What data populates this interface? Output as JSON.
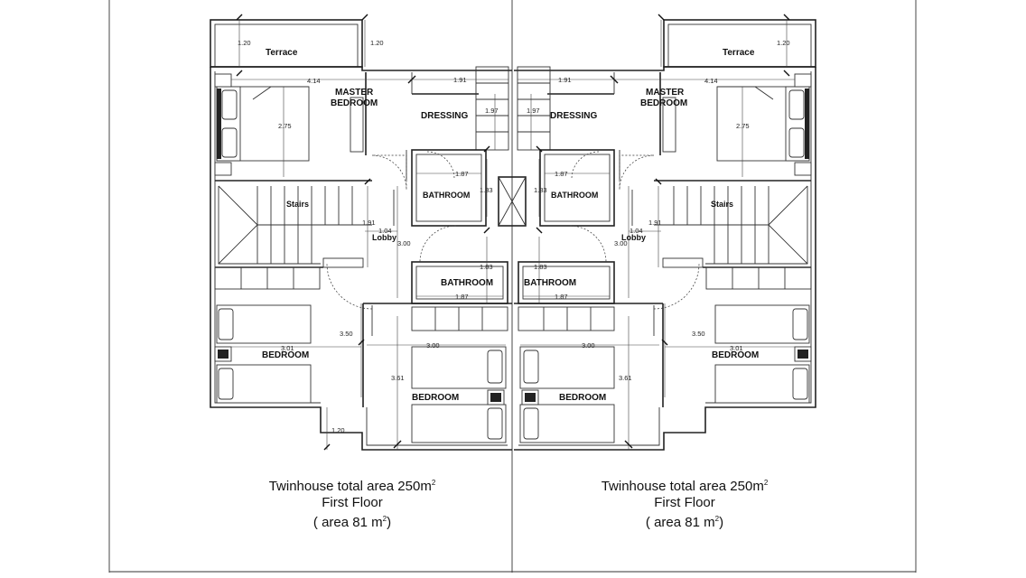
{
  "rooms": {
    "terrace": "Terrace",
    "master_line1": "MASTER",
    "master_line2": "BEDROOM",
    "dressing": "DRESSING",
    "bathroom": "BATHROOM",
    "stairs": "Stairs",
    "lobby": "Lobby",
    "bedroom": "BEDROOM"
  },
  "dims": {
    "d120": "1.20",
    "d414": "4.14",
    "d191": "1.91",
    "d197": "1.97",
    "d275": "2.75",
    "d187": "1.87",
    "d183": "1.83",
    "d104": "1.04",
    "d300": "3.00",
    "d350": "3.50",
    "d301": "3.01",
    "d361": "3.61"
  },
  "caption": {
    "line1": "Twinhouse total area 250m",
    "sup1": "2",
    "line2": "First Floor",
    "line3_pre": "( area 81 m",
    "sup3": "2",
    "line3_post": ")"
  },
  "colors": {
    "line": "#222222",
    "background": "#ffffff"
  }
}
